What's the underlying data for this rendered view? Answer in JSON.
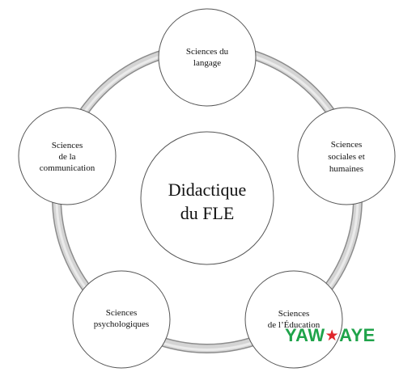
{
  "diagram": {
    "center": {
      "lines": [
        "Didactique",
        "du FLE"
      ]
    },
    "nodes": [
      {
        "id": "langage",
        "lines": [
          "Sciences du",
          "langage"
        ]
      },
      {
        "id": "sociales",
        "lines": [
          "Sciences",
          "sociales et",
          "humaines"
        ]
      },
      {
        "id": "education",
        "lines": [
          "Sciences",
          "de l’Éducation"
        ]
      },
      {
        "id": "psycho",
        "lines": [
          "Sciences",
          "psychologiques"
        ]
      },
      {
        "id": "communication",
        "lines": [
          "Sciences",
          "de la",
          "communication"
        ]
      }
    ]
  },
  "watermark": {
    "left": "YAW",
    "star": "★",
    "right": "AYE",
    "colors": {
      "text": "#1fa34a",
      "star": "#e0262b"
    }
  },
  "colors": {
    "ring_outer": "#8c8c8c",
    "ring_fill": "#cfcfcf",
    "circle_stroke": "#555555",
    "circle_fill": "#ffffff"
  }
}
